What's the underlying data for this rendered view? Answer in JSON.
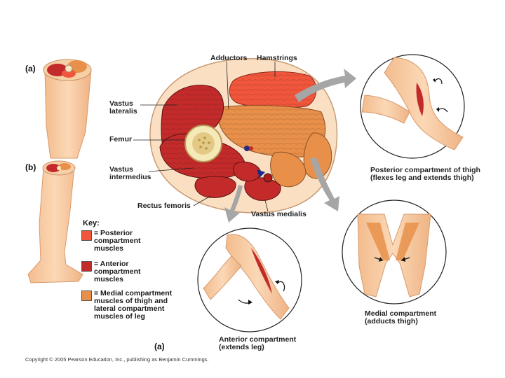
{
  "parts": {
    "a_top": "(a)",
    "b": "(b)",
    "a_bottom": "(a)"
  },
  "labels": {
    "adductors": "Adductors",
    "hamstrings": "Hamstrings",
    "vastus_lateralis": [
      "Vastus",
      "lateralis"
    ],
    "femur": "Femur",
    "vastus_intermedius": [
      "Vastus",
      "intermedius"
    ],
    "rectus_femoris": "Rectus femoris",
    "vastus_medialis": "Vastus medialis"
  },
  "compartments": {
    "posterior": [
      "Posterior compartment of thigh",
      "(flexes leg and extends thigh)"
    ],
    "medial": [
      "Medial compartment",
      "(adducts thigh)"
    ],
    "anterior": [
      "Anterior compartment",
      "(extends leg)"
    ]
  },
  "key": {
    "title": "Key:",
    "items": [
      {
        "color": "#f0563c",
        "lines": [
          "= Posterior",
          "compartment",
          "muscles"
        ]
      },
      {
        "color": "#c32b2b",
        "lines": [
          "= Anterior",
          "compartment",
          "muscles"
        ]
      },
      {
        "color": "#e8904a",
        "lines": [
          "= Medial compartment",
          "muscles of thigh and",
          "lateral compartment",
          "muscles of leg"
        ]
      }
    ]
  },
  "copyright": "Copyright © 2005 Pearson Education, Inc., publishing as Benjamin Cummings.",
  "colors": {
    "skin": "#f6c79e",
    "skin_dark": "#e7a676",
    "anterior": "#c32b2b",
    "posterior": "#f0563c",
    "medial": "#e8904a",
    "bone": "#f5e9b8",
    "arrow": "#9a9a9a"
  }
}
